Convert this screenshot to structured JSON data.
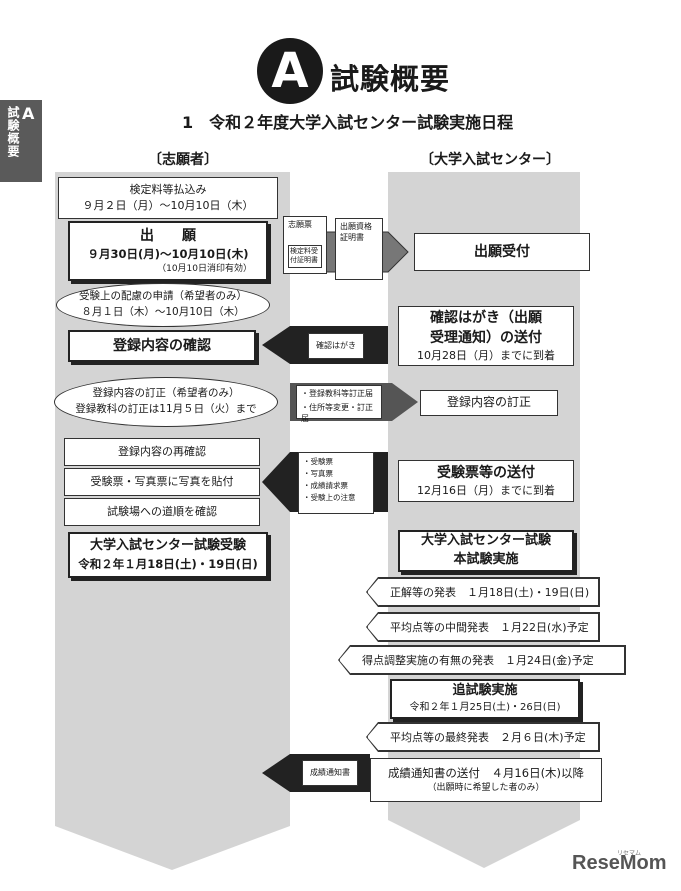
{
  "header": {
    "section_letter": "A",
    "title": "試験概要",
    "side_tab_letter": "A",
    "side_tab_text": "試験概要",
    "subtitle": "1　令和２年度大学入試センター試験実施日程"
  },
  "columns": {
    "applicant": "〔志願者〕",
    "center": "〔大学入試センター〕"
  },
  "applicant": {
    "payment": {
      "label": "検定料等払込み",
      "period": "９月２日（月）～10月10日（木）"
    },
    "application": {
      "label": "出　　願",
      "period": "９月30日(月)～10月10日(木)",
      "note": "（10月10日消印有効）"
    },
    "consideration": {
      "label": "受験上の配慮の申請（希望者のみ）",
      "period": "８月１日（木）～10月10日（木）"
    },
    "confirm_registration": "登録内容の確認",
    "correction": {
      "label": "登録内容の訂正（希望者のみ）",
      "note": "登録教科の訂正は11月５日（火）まで"
    },
    "reconfirm": "登録内容の再確認",
    "attach_photo": "受験票・写真票に写真を貼付",
    "check_route": "試験場への道順を確認",
    "exam": {
      "label": "大学入試センター試験受験",
      "date": "令和２年１月18日(土)・19日(日)"
    }
  },
  "documents": {
    "application_docs": {
      "a": "志願票",
      "b": "検定料受付証明書",
      "c": "出願資格証明書"
    },
    "confirm_card": "確認はがき",
    "correction_forms": [
      "・登録教科等訂正届",
      "・住所等変更・訂正届"
    ],
    "exam_docs": [
      "・受験票",
      "・写真票",
      "・成績請求票",
      "・受験上の注意"
    ],
    "score_notice": "成績通知書"
  },
  "center": {
    "receipt": "出願受付",
    "confirm_send": {
      "line1": "確認はがき（出願",
      "line2": "受理通知）の送付",
      "date": "10月28日（月）までに到着"
    },
    "correction": "登録内容の訂正",
    "ticket_send": {
      "label": "受験票等の送付",
      "date": "12月16日（月）までに到着"
    },
    "main_exam": {
      "line1": "大学入試センター試験",
      "line2": "本試験実施"
    },
    "answers": "正解等の発表　１月18日(土)・19日(日)",
    "avg_interim": "平均点等の中間発表　１月22日(水)予定",
    "adjustment": "得点調整実施の有無の発表　１月24日(金)予定",
    "makeup": {
      "label": "追試験実施",
      "date": "令和２年１月25日(土)・26日(日)"
    },
    "avg_final": "平均点等の最終発表　２月６日(木)予定",
    "score_send": {
      "label": "成績通知書の送付　４月16日(木)以降",
      "note": "（出願時に希望した者のみ）"
    }
  },
  "watermark": {
    "text": "ReseMom",
    "sub": "リセマム"
  }
}
